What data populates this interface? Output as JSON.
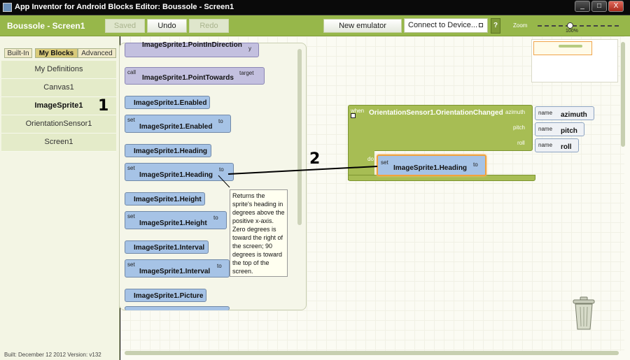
{
  "window": {
    "title": "App Inventor for Android Blocks Editor: Boussole - Screen1",
    "controls": [
      "_",
      "□",
      "X"
    ]
  },
  "toolbar": {
    "project_title": "Boussole - Screen1",
    "saved_label": "Saved",
    "undo_label": "Undo",
    "redo_label": "Redo",
    "new_emulator_label": "New emulator",
    "connect_label": "Connect to Device...",
    "help_label": "?",
    "zoom_label": "Zoom",
    "zoom_value": "100%"
  },
  "sidebar": {
    "tabs": [
      {
        "label": "Built-In",
        "active": false
      },
      {
        "label": "My Blocks",
        "active": true
      },
      {
        "label": "Advanced",
        "active": false
      }
    ],
    "drawers": [
      {
        "label": "My Definitions",
        "active": false
      },
      {
        "label": "Canvas1",
        "active": false
      },
      {
        "label": "ImageSprite1",
        "active": true
      },
      {
        "label": "OrientationSensor1",
        "active": false
      },
      {
        "label": "Screen1",
        "active": false
      }
    ],
    "footer": "Built: December 12 2012 Version: v132"
  },
  "flyout": {
    "blocks": [
      {
        "kind": "call",
        "label": "ImageSprite1.PointInDirection",
        "arg": "y"
      },
      {
        "kind": "call",
        "label": "ImageSprite1.PointTowards",
        "arg": "target",
        "prefix": "call"
      },
      {
        "kind": "get",
        "label": "ImageSprite1.Enabled"
      },
      {
        "kind": "set",
        "label": "ImageSprite1.Enabled",
        "prefix": "set",
        "to": "to"
      },
      {
        "kind": "get",
        "label": "ImageSprite1.Heading"
      },
      {
        "kind": "set",
        "label": "ImageSprite1.Heading",
        "prefix": "set",
        "to": "to"
      },
      {
        "kind": "get",
        "label": "ImageSprite1.Height"
      },
      {
        "kind": "set",
        "label": "ImageSprite1.Height",
        "prefix": "set",
        "to": "to"
      },
      {
        "kind": "get",
        "label": "ImageSprite1.Interval"
      },
      {
        "kind": "set",
        "label": "ImageSprite1.Interval",
        "prefix": "set",
        "to": "to"
      },
      {
        "kind": "get",
        "label": "ImageSprite1.Picture"
      }
    ],
    "tooltip": "Returns the sprite's heading in degrees above the positive x-axis. Zero degrees is toward the right of the screen; 90 degrees is toward the top of the screen."
  },
  "event_block": {
    "when_label": "when",
    "name": "OrientationSensor1.OrientationChanged",
    "params": [
      {
        "key": "azimuth",
        "name_label": "name",
        "value": "azimuth"
      },
      {
        "key": "pitch",
        "name_label": "name",
        "value": "pitch"
      },
      {
        "key": "roll",
        "name_label": "name",
        "value": "roll"
      }
    ],
    "do_label": "do",
    "placed_block": {
      "prefix": "set",
      "label": "ImageSprite1.Heading",
      "to": "to"
    }
  },
  "annotations": {
    "one": "1",
    "two": "2"
  }
}
